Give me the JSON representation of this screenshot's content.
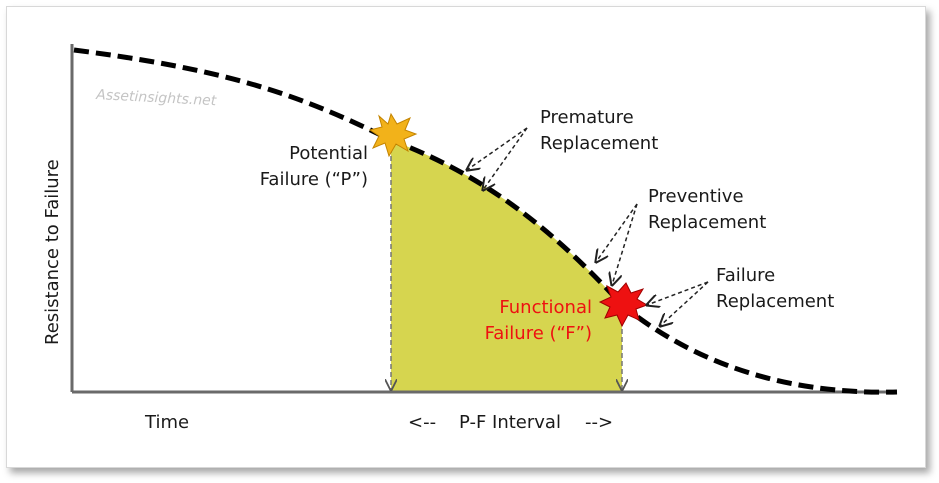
{
  "diagram": {
    "watermark": "Assetinsights.net",
    "y_axis_label": "Resistance to Failure",
    "x_axis_label": "Time",
    "interval": {
      "left_arrow": "<--",
      "label": "P-F Interval",
      "right_arrow": "-->"
    },
    "potential_failure": {
      "line1": "Potential",
      "line2": "Failure (“P”)"
    },
    "functional_failure": {
      "line1": "Functional",
      "line2": "Failure (“F”)"
    },
    "premature_replacement": {
      "line1": "Premature",
      "line2": "Replacement"
    },
    "preventive_replacement": {
      "line1": "Preventive",
      "line2": "Replacement"
    },
    "failure_replacement": {
      "line1": "Failure",
      "line2": "Replacement"
    }
  },
  "colors": {
    "pf_area_fill": "#d6d54f",
    "potential_failure_marker": "#f2b21a",
    "functional_failure_marker": "#ee1111",
    "functional_failure_text": "#ee1111",
    "curve": "#000000",
    "axes": "#6a6a6a"
  }
}
